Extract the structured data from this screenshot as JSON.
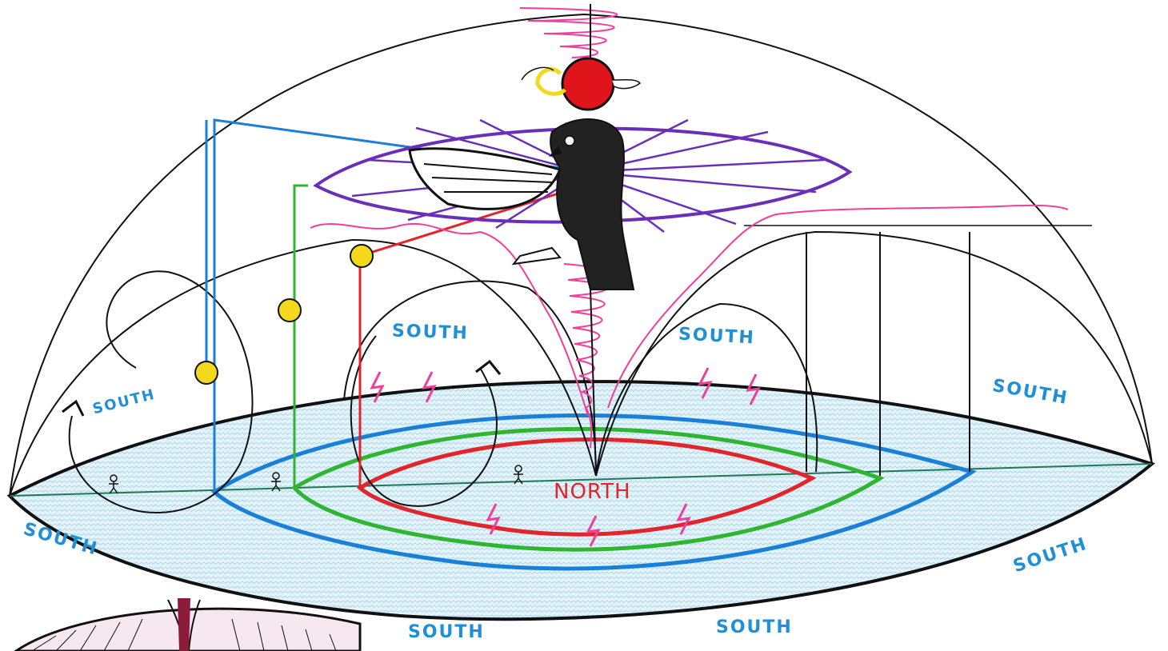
{
  "labels": {
    "south_mid_left": "SOUTH",
    "south_mid_right": "SOUTH",
    "south_left_arc": "SOUTH",
    "south_far_right": "SOUTH",
    "south_rim_left": "SOUTH",
    "south_rim_right": "SOUTH",
    "south_bottom_left": "SOUTH",
    "south_bottom_right": "SOUTH",
    "north_center": "NORTH"
  },
  "colors": {
    "ink": "#111111",
    "south_label": "#1f8fd8",
    "north_label": "#e2242b",
    "ring_blue": "#1a7fd6",
    "ring_green": "#2fb52f",
    "ring_red": "#e2242b",
    "pink_vortex": "#ee3f9a",
    "purple_disc": "#6a2fb8",
    "sun_disc": "#e0151c",
    "sun_yellow": "#f4d81c",
    "water_fill": "#d9eef7",
    "cord_green": "#1d7a56"
  },
  "icons": {
    "lightning": "lightning-bolt-icon",
    "person": "stick-figure-icon",
    "falcon": "falcon-god-icon"
  }
}
